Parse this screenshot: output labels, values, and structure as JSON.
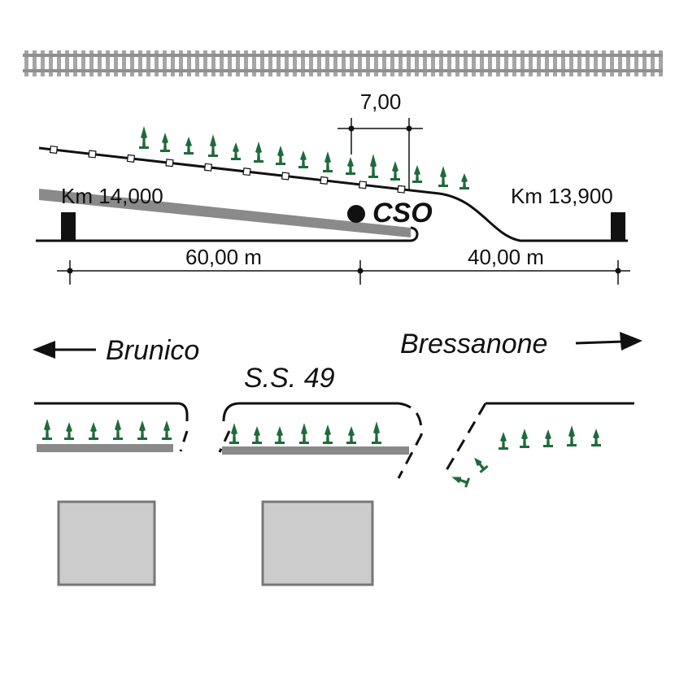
{
  "labels": {
    "dimension_top": "7,00",
    "km_start": "Km 14,000",
    "km_end": "Km 13,900",
    "station": "CSO",
    "distance_left": "60,00 m",
    "distance_right": "40,00 m",
    "direction_left": "Brunico",
    "direction_right": "Bressanone",
    "road": "S.S. 49"
  },
  "colors": {
    "ink": "#111111",
    "barrier_gray": "#8a8a8a",
    "tree_green": "#1f6b3a",
    "building_fill": "#cccccc",
    "building_stroke": "#777777",
    "rail": "#9a9a9a"
  },
  "icons": {
    "tree": "tree-icon",
    "arrow_left": "arrow-left-icon",
    "arrow_right": "arrow-right-icon",
    "station_marker": "station-dot-icon"
  }
}
